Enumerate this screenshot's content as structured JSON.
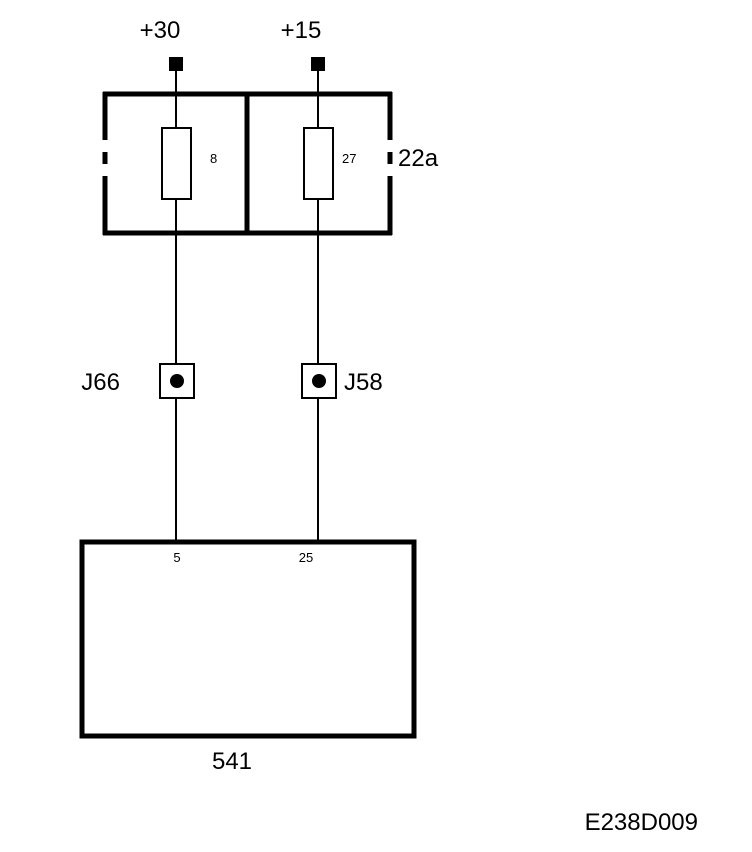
{
  "diagram": {
    "supplies": {
      "left": "+30",
      "right": "+15"
    },
    "fuse_box": {
      "label": "22a",
      "fuses": {
        "left": "8",
        "right": "27"
      }
    },
    "connectors": {
      "left": "J66",
      "right": "J58"
    },
    "control_unit": {
      "label": "541",
      "pins": {
        "left": "5",
        "right": "25"
      }
    },
    "drawing_id": "E238D009"
  }
}
